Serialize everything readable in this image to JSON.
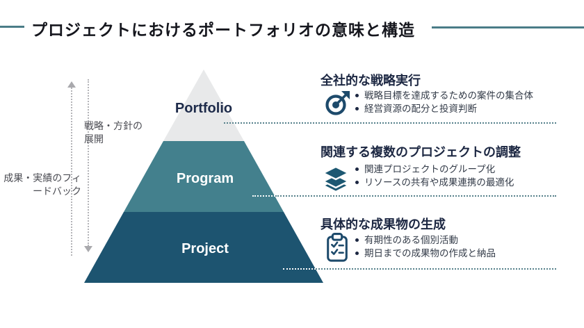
{
  "title": "プロジェクトにおけるポートフォリオの意味と構造",
  "pyramid": {
    "levels": [
      {
        "name": "Portfolio",
        "color": "#e8e9ea",
        "label_color": "#1e2b4a"
      },
      {
        "name": "Program",
        "color": "#43808d",
        "label_color": "#ffffff"
      },
      {
        "name": "Project",
        "color": "#1d5470",
        "label_color": "#ffffff"
      }
    ]
  },
  "flows": {
    "down": {
      "label": "戦略・方針の展開",
      "direction": "down"
    },
    "up": {
      "label": "成果・実績のフィードバック",
      "direction": "up"
    }
  },
  "sections": [
    {
      "heading": "全社的な戦略実行",
      "icon": "target-arrow-icon",
      "bullets": [
        "戦略目標を達成するための案件の集合体",
        "経営資源の配分と投資判断"
      ]
    },
    {
      "heading": "関連する複数のプロジェクトの調整",
      "icon": "layers-icon",
      "bullets": [
        "関連プロジェクトのグループ化",
        "リソースの共有や成果連携の最適化"
      ]
    },
    {
      "heading": "具体的な成果物の生成",
      "icon": "clipboard-checklist-icon",
      "bullets": [
        "有期性のある個別活動",
        "期日までの成果物の作成と納品"
      ]
    }
  ],
  "colors": {
    "accent_teal": "#4a7c87",
    "heading_navy": "#1c2742",
    "title_black": "#15161d",
    "portfolio_gray": "#e8e9ea",
    "program_teal": "#43808d",
    "project_blue": "#1d5470",
    "dotted_line_teal": "#55808a",
    "flow_line_gray": "#b4b4b8",
    "icon_navy": "#1d4a6b",
    "icon_teal": "#1d5872"
  }
}
